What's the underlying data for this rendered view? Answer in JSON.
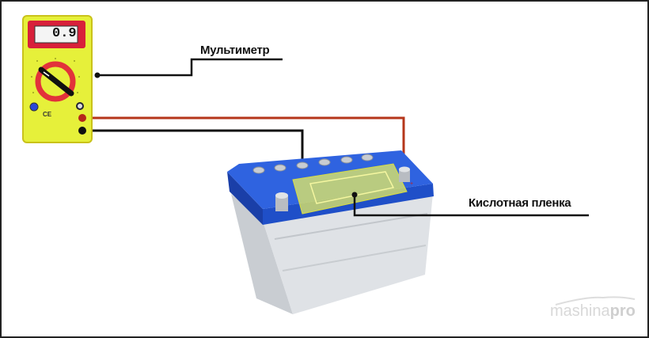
{
  "labels": {
    "multimeter": "Мультиметр",
    "acid_film": "Кислотная пленка"
  },
  "multimeter": {
    "display_value": "0.9"
  },
  "watermark": {
    "prefix": "mashina",
    "suffix": "pro"
  },
  "colors": {
    "multimeter_body": "#e6f03a",
    "battery_lid": "#1f4fc8",
    "positive_wire": "#b5361a",
    "negative_wire": "#111111",
    "acid_film": "#e8ee60"
  }
}
